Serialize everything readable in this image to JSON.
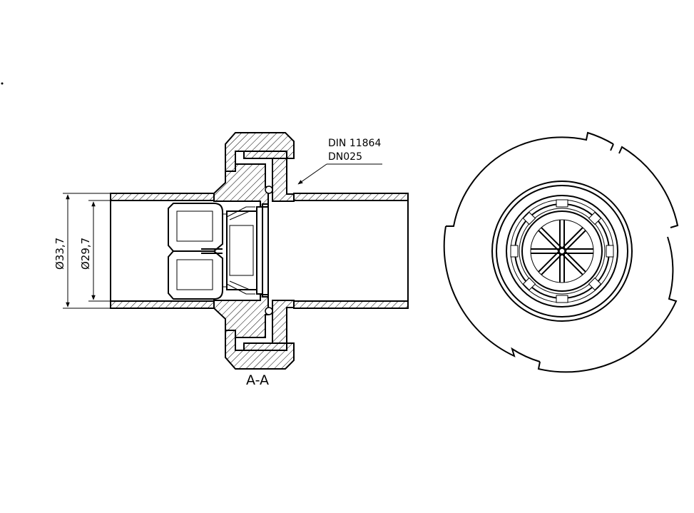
{
  "annotation": {
    "standard": "DIN 11864",
    "size": "DN025"
  },
  "dimensions": {
    "outer_diameter": "Ø33,7",
    "inner_diameter": "Ø29,7"
  },
  "section_label": "A-A"
}
